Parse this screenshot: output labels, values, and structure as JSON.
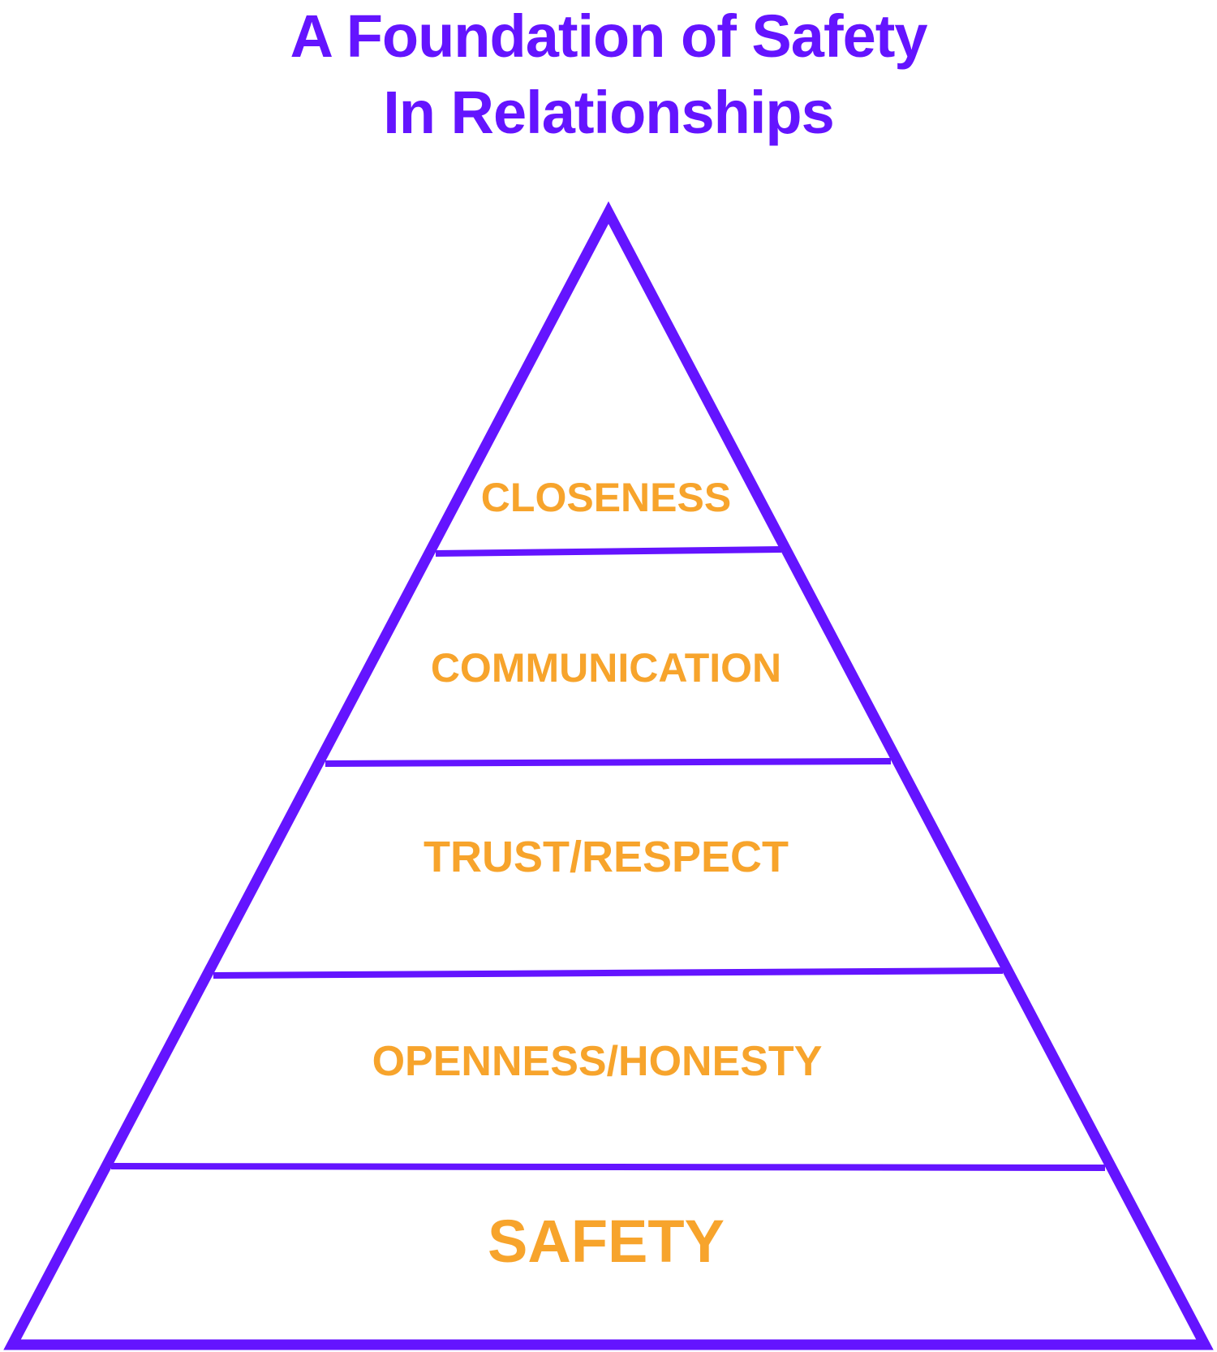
{
  "title": {
    "line1": "A Foundation of Safety",
    "line2": "In Relationships"
  },
  "colors": {
    "title": "#6414FF",
    "outline": "#6414FF",
    "label": "#F7A42C",
    "background": "#FFFFFF"
  },
  "pyramid": {
    "levels": [
      {
        "label": "CLOSENESS"
      },
      {
        "label": "COMMUNICATION"
      },
      {
        "label": "TRUST/RESPECT"
      },
      {
        "label": "OPENNESS/HONESTY"
      },
      {
        "label": "SAFETY"
      }
    ]
  }
}
